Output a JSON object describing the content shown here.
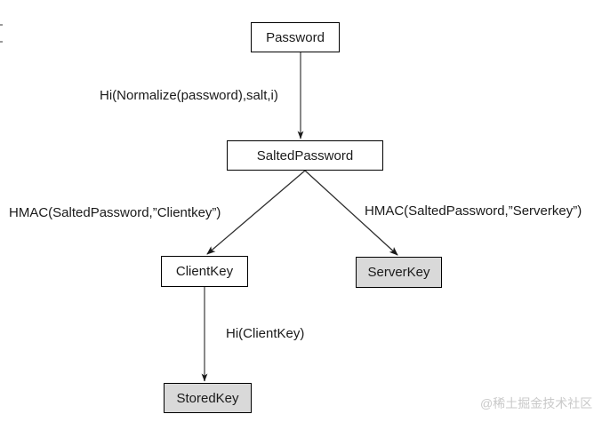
{
  "diagram": {
    "type": "flowchart",
    "topic": "SCRAM key derivation",
    "nodes": [
      {
        "id": "password",
        "label": "Password",
        "fill": "#ffffff"
      },
      {
        "id": "salted_password",
        "label": "SaltedPassword",
        "fill": "#ffffff"
      },
      {
        "id": "client_key",
        "label": "ClientKey",
        "fill": "#ffffff"
      },
      {
        "id": "server_key",
        "label": "ServerKey",
        "fill": "#d9d9d9"
      },
      {
        "id": "stored_key",
        "label": "StoredKey",
        "fill": "#d9d9d9"
      }
    ],
    "edges": [
      {
        "from": "password",
        "to": "salted_password",
        "label": "Hi(Normalize(password),salt,i)"
      },
      {
        "from": "salted_password",
        "to": "client_key",
        "label": "HMAC(SaltedPassword,”Clientkey”)"
      },
      {
        "from": "salted_password",
        "to": "server_key",
        "label": "HMAC(SaltedPassword,”Serverkey”)"
      },
      {
        "from": "client_key",
        "to": "stored_key",
        "label": "Hi(ClientKey)"
      }
    ]
  },
  "watermark": {
    "text": "@稀土掘金技术社区",
    "color": "#c9c9c9"
  },
  "colors": {
    "node_border": "#000000",
    "shaded_node_fill": "#d9d9d9",
    "connector_line": "#6a6a6a",
    "diagonal_line": "#2e2e2e",
    "arrowhead": "#1a1a1a",
    "text": "#1a1a1a"
  }
}
